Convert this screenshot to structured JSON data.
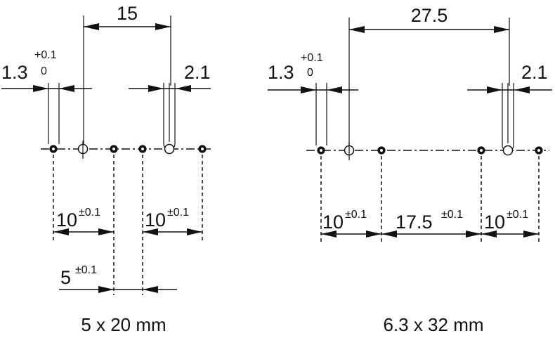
{
  "left": {
    "top_span": "15",
    "hole_dim_main": "1.3",
    "hole_tol_upper": "+0.1",
    "hole_tol_lower": "0",
    "slot_width": "2.1",
    "pitch_left_main": "10",
    "pitch_left_tol": "±0.1",
    "pitch_right_main": "10",
    "pitch_right_tol": "±0.1",
    "pitch_small_main": "5",
    "pitch_small_tol": "±0.1",
    "caption": "5 x 20 mm"
  },
  "right": {
    "top_span": "27.5",
    "hole_dim_main": "1.3",
    "hole_tol_upper": "+0.1",
    "hole_tol_lower": "0",
    "slot_width": "2.1",
    "pitch_left_main": "10",
    "pitch_left_tol": "±0.1",
    "pitch_mid_main": "17.5",
    "pitch_mid_tol": "±0.1",
    "pitch_right_main": "10",
    "pitch_right_tol": "±0.1",
    "caption": "6.3 x 32 mm"
  }
}
